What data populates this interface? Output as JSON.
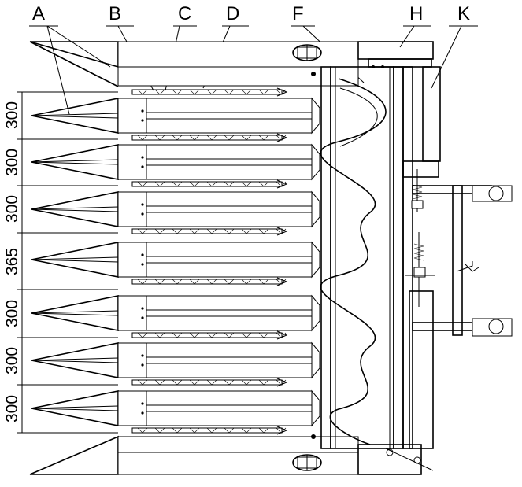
{
  "callouts": [
    "A",
    "B",
    "C",
    "D",
    "F",
    "H",
    "K"
  ],
  "dimensions": [
    "300",
    "300",
    "300",
    "365",
    "300",
    "300",
    "300"
  ]
}
